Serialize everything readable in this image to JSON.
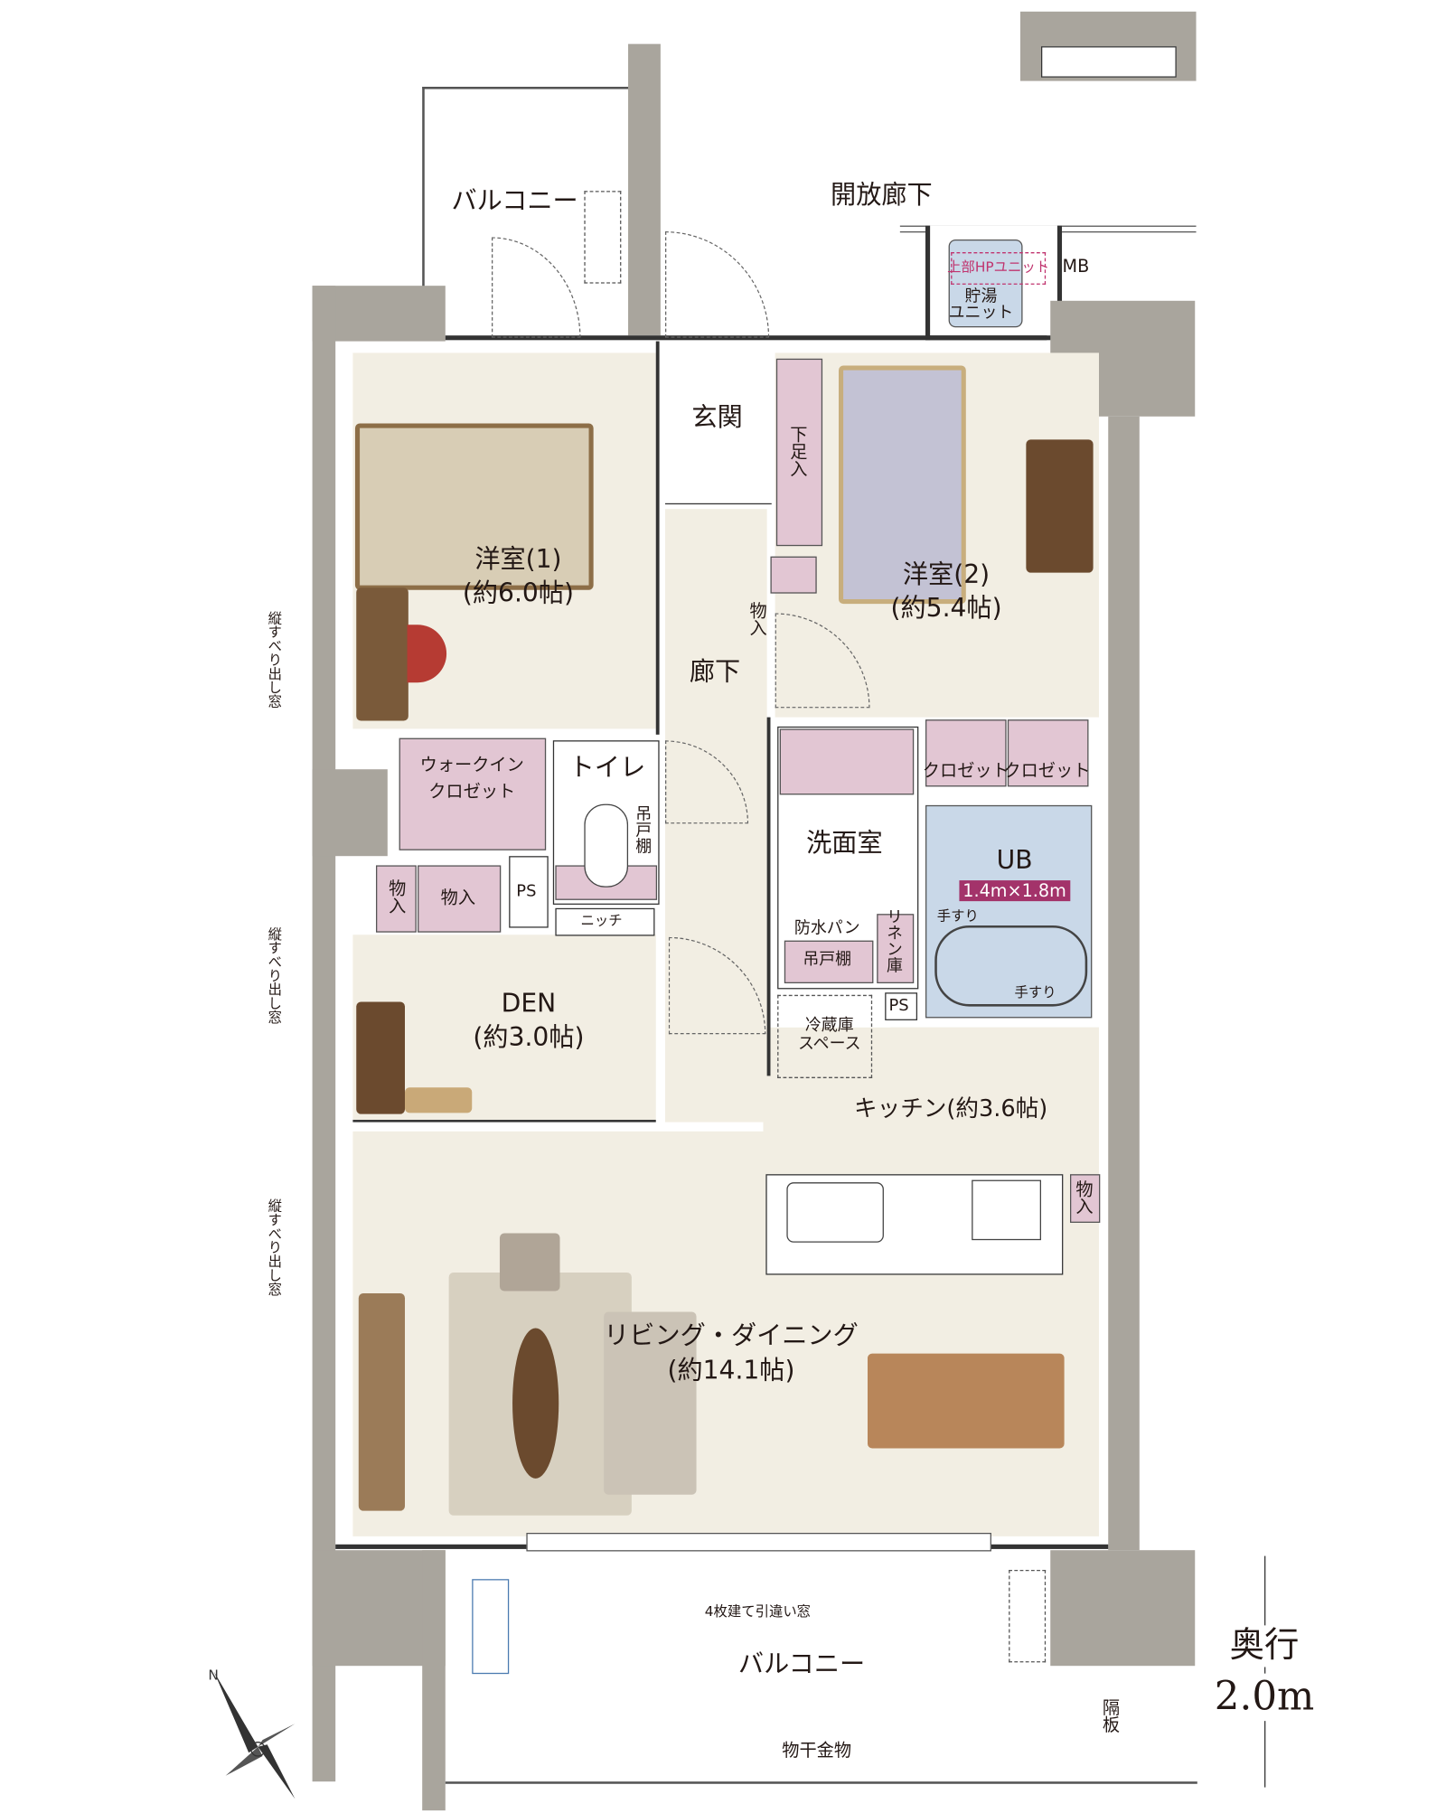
{
  "rooms": {
    "western1": {
      "name": "洋室(1)",
      "size": "(約6.0帖)"
    },
    "western2": {
      "name": "洋室(2)",
      "size": "(約5.4帖)"
    },
    "entrance": "玄関",
    "shoe_closet": "下足入",
    "storage_entrance": "物入",
    "hallway": "廊下",
    "walkin_closet": [
      "ウォークイン",
      "クロゼット"
    ],
    "toilet": "トイレ",
    "toilet_shelf": "吊戸棚",
    "washroom": "洗面室",
    "bath": {
      "name": "UB",
      "size": "1.4m×1.8m",
      "rail_top": "手すり",
      "rail_bottom": "手すり"
    },
    "closets": [
      "クロゼット",
      "クロゼット"
    ],
    "den_storage_small": "物入",
    "den_storage": "物入",
    "ps_den": "PS",
    "niche": "ニッチ",
    "washer_pan": "防水パン",
    "wash_shelf": "吊戸棚",
    "linen": "リネン庫",
    "ps_kitchen": "PS",
    "fridge": [
      "冷蔵庫",
      "スペース"
    ],
    "den": {
      "name": "DEN",
      "size": "(約3.0帖)"
    },
    "kitchen": "キッチン(約3.6帖)",
    "kitchen_storage": "物入",
    "living": {
      "name": "リビング・ダイニング",
      "size": "(約14.1帖)"
    }
  },
  "exterior": {
    "balcony_top": "バルコニー",
    "open_corridor": "開放廊下",
    "mb": "MB",
    "hp_unit": "上部HPユニット",
    "water_unit": [
      "貯湯",
      "ユニット"
    ],
    "window_sliding": "4枚建て引違い窓",
    "balcony_bottom": "バルコニー",
    "laundry_hanger": "物干金物",
    "partition": "隔板",
    "side_windows": [
      "縦すべり出し窓",
      "縦すべり出し窓",
      "縦すべり出し窓"
    ]
  },
  "dimension": {
    "label": "奥行",
    "value": "2.0m"
  },
  "colors": {
    "wall": "#a9a59d",
    "floor": "#f2eee3",
    "closet": "#e2c6d3",
    "bath": "#c9d8e8",
    "badge": "#a3336a",
    "hp_dash": "#c0336e"
  }
}
